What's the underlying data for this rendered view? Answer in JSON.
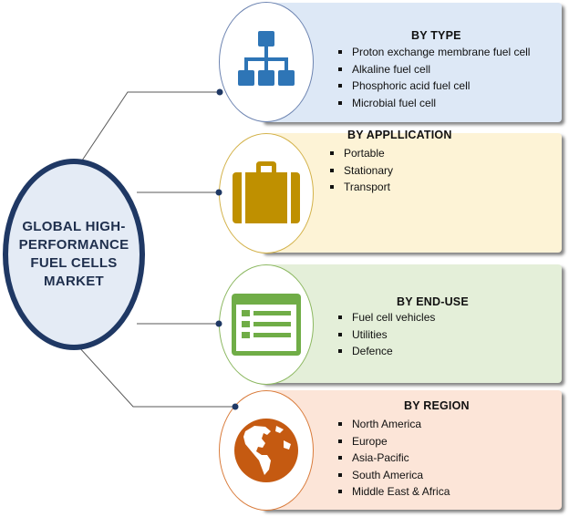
{
  "center": {
    "title": "GLOBAL HIGH-PERFORMANCE FUEL CELLS MARKET"
  },
  "segments": [
    {
      "heading": "BY TYPE",
      "icon": "hierarchy-icon",
      "color": "#2e75b6",
      "items": [
        "Proton exchange membrane fuel cell",
        "Alkaline fuel cell",
        "Phosphoric acid fuel cell",
        "Microbial fuel cell"
      ]
    },
    {
      "heading": "BY APPLLICATION",
      "icon": "briefcase-icon",
      "color": "#bf9000",
      "items": [
        "Portable",
        "Stationary",
        "Transport"
      ]
    },
    {
      "heading": "BY END-USE",
      "icon": "form-list-icon",
      "color": "#70ad47",
      "items": [
        "Fuel cell vehicles",
        "Utilities",
        "Defence"
      ]
    },
    {
      "heading": "BY REGION",
      "icon": "globe-icon",
      "color": "#c55a11",
      "items": [
        "North America",
        "Europe",
        "Asia-Pacific",
        "South America",
        "Middle East & Africa"
      ]
    }
  ]
}
